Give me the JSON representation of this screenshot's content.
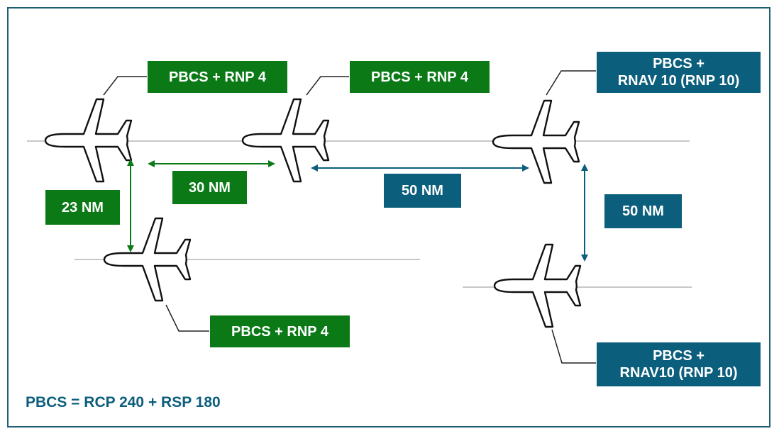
{
  "labels": {
    "aircraft_1": "PBCS + RNP 4",
    "aircraft_2": "PBCS + RNP 4",
    "aircraft_3_line1": "PBCS +",
    "aircraft_3_line2": "RNAV 10 (RNP 10)",
    "aircraft_4": "PBCS + RNP 4",
    "aircraft_5_line1": "PBCS +",
    "aircraft_5_line2": "RNAV10 (RNP 10)"
  },
  "separations": {
    "vertical_left": "23 NM",
    "horizontal_green": "30 NM",
    "horizontal_blue": "50 NM",
    "vertical_right": "50 NM"
  },
  "legend": "PBCS = RCP 240 + RSP 180",
  "colors": {
    "green": "#0b7a16",
    "blue": "#0b5e7c",
    "frame": "#1f5f74",
    "track_line": "#c8c8c8"
  },
  "icons": {
    "aircraft": "airplane-icon"
  }
}
